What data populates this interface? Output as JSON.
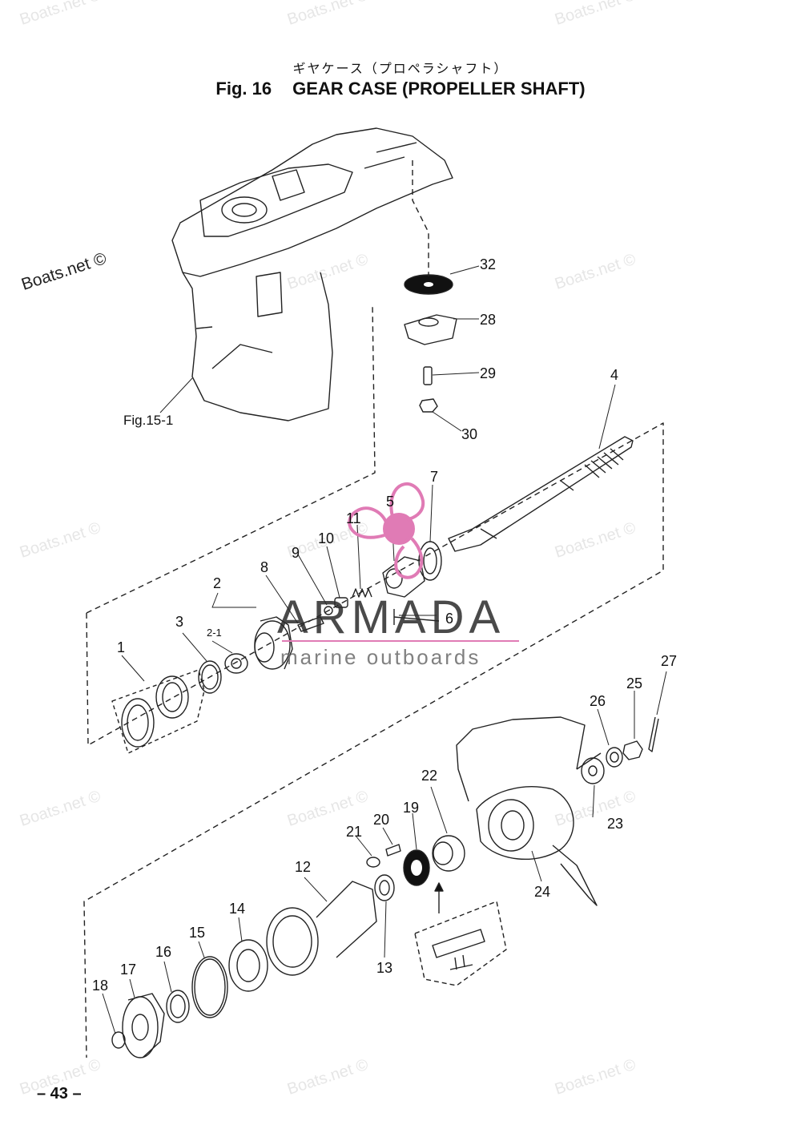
{
  "header": {
    "title_jp": "ギヤケース（プロペラシャフト）",
    "fig_label": "Fig. 16",
    "title_en": "GEAR CASE (PROPELLER SHAFT)"
  },
  "figure_ref": "Fig.15-1",
  "page_number": "– 43 –",
  "logo": {
    "brand": "ARMADA",
    "tagline": "marine outboards",
    "accent_color": "#e07bb5"
  },
  "watermarks": {
    "text": "Boats.net ©"
  },
  "callouts": [
    "1",
    "2",
    "2-1",
    "3",
    "4",
    "5",
    "6",
    "7",
    "8",
    "9",
    "10",
    "11",
    "12",
    "13",
    "14",
    "15",
    "16",
    "17",
    "18",
    "19",
    "20",
    "21",
    "22",
    "23",
    "24",
    "25",
    "26",
    "27",
    "28",
    "29",
    "30",
    "32"
  ]
}
